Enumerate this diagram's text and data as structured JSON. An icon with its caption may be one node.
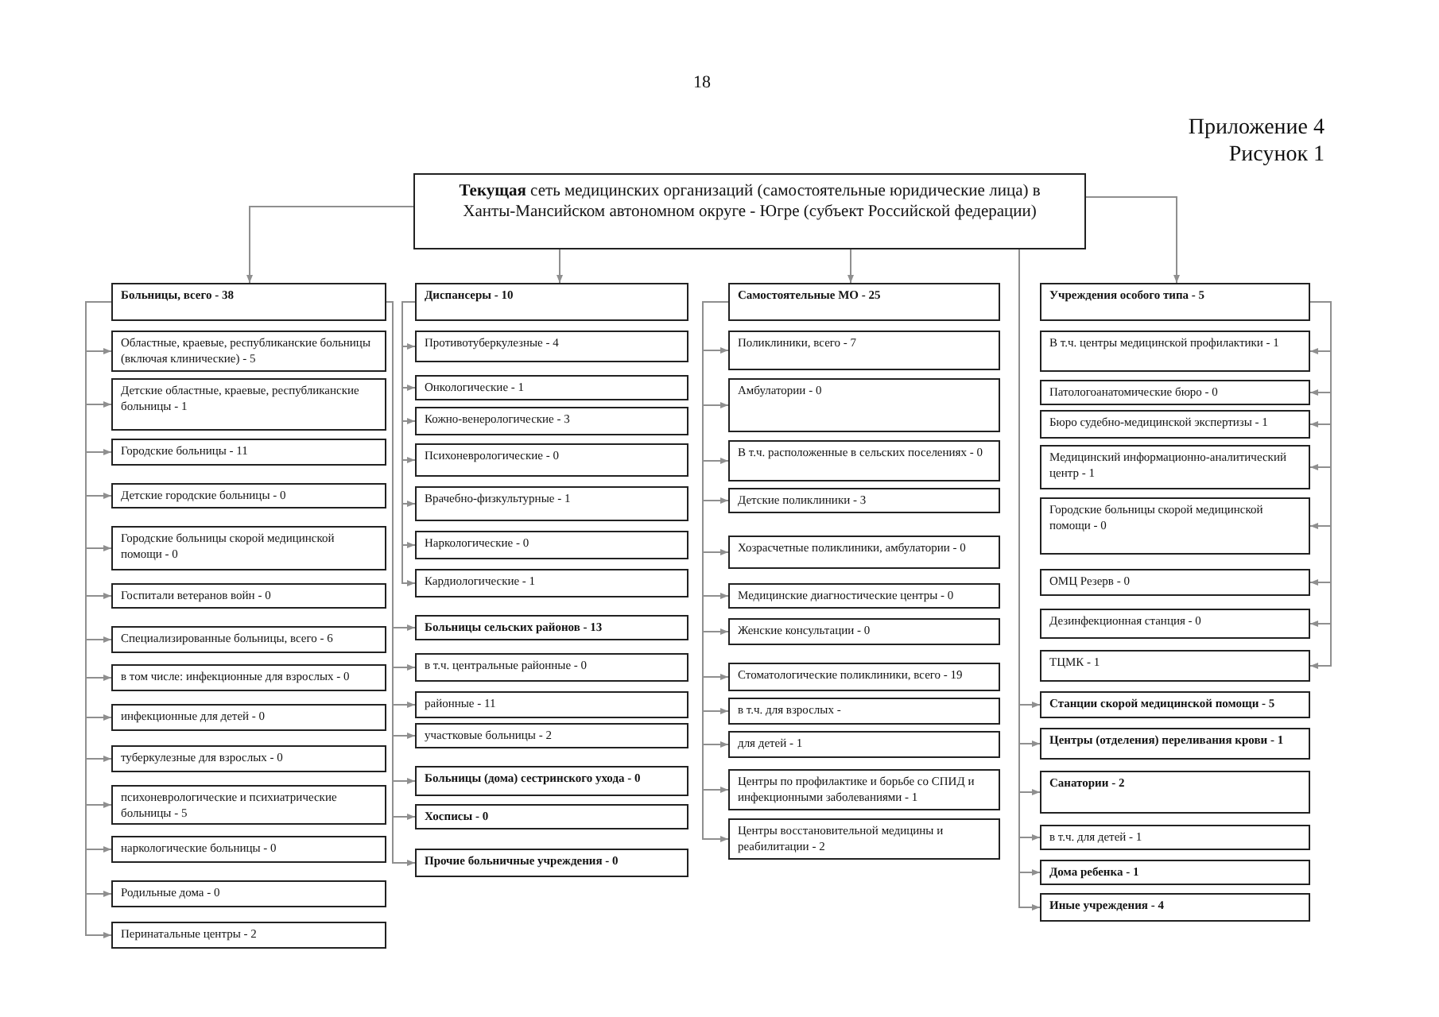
{
  "diagram": {
    "nodes": [
      {
        "text": [
          "**Текущая** сеть медицинских организаций (самостоятельные юридические лица) в Ханты-Мансийском автономном округе - Югре (субъект Российской федерации)"
        ]
      },
      {
        "text": [
          "Больницы, всего - 38"
        ]
      },
      {
        "text": [
          "Областные, краевые, республиканские больницы (включая клинические) - 5"
        ]
      },
      {
        "text": [
          "Детские областные, краевые, республиканские больницы - 1"
        ]
      },
      {
        "text": [
          "Городские больницы - 11"
        ]
      },
      {
        "text": [
          "Детские городские больницы - 0"
        ]
      },
      {
        "text": [
          "Городские больницы скорой медицинской помощи - 0"
        ]
      },
      {
        "text": [
          "Госпитали ветеранов войн - 0"
        ]
      },
      {
        "text": [
          "Специализированные больницы, всего - 6"
        ]
      },
      {
        "text": [
          "в том числе: инфекционные для взрослых - 0"
        ]
      },
      {
        "text": [
          "инфекционные для детей - 0"
        ]
      },
      {
        "text": [
          "туберкулезные для взрослых - 0"
        ]
      },
      {
        "text": [
          "психоневрологические и психиатрические больницы - 5"
        ]
      },
      {
        "text": [
          "наркологические больницы - 0"
        ]
      },
      {
        "text": [
          "Родильные дома - 0"
        ]
      },
      {
        "text": [
          "Перинатальные центры - 2"
        ]
      },
      {
        "text": [
          "Диспансеры - 10"
        ]
      },
      {
        "text": [
          "Противотуберкулезные - 4"
        ]
      },
      {
        "text": [
          "Онкологические - 1"
        ]
      },
      {
        "text": [
          "Кожно-венерологические - 3"
        ]
      },
      {
        "text": [
          "Психоневрологические - 0"
        ]
      },
      {
        "text": [
          "Врачебно-физкультурные - 1"
        ]
      },
      {
        "text": [
          "Наркологические - 0"
        ]
      },
      {
        "text": [
          "Кардиологические - 1"
        ]
      },
      {
        "text": [
          "Больницы сельских районов - 13"
        ]
      },
      {
        "text": [
          "в т.ч. центральные районные - 0"
        ]
      },
      {
        "text": [
          "районные - 11"
        ]
      },
      {
        "text": [
          "участковые больницы - 2"
        ]
      },
      {
        "text": [
          "Больницы (дома) сестринского ухода - 0"
        ]
      },
      {
        "text": [
          "Хосписы - 0"
        ]
      },
      {
        "text": [
          "Прочие больничные учреждения - 0"
        ]
      },
      {
        "text": [
          "Самостоятельные МО - 25"
        ]
      },
      {
        "text": [
          "Поликлиники, всего - 7"
        ]
      },
      {
        "text": [
          "Амбулатории - 0"
        ]
      },
      {
        "text": [
          "В т.ч. расположенные в сельских поселениях - 0"
        ]
      },
      {
        "text": [
          "Детские поликлиники - 3"
        ]
      },
      {
        "text": [
          "Хозрасчетные поликлиники, амбулатории - 0"
        ]
      },
      {
        "text": [
          "Медицинские диагностические центры - 0"
        ]
      },
      {
        "text": [
          "Женские консультации - 0"
        ]
      },
      {
        "text": [
          "Стоматологические поликлиники, всего - 19"
        ]
      },
      {
        "text": [
          "в т.ч. для взрослых -"
        ]
      },
      {
        "text": [
          "для детей - 1"
        ]
      },
      {
        "text": [
          "Центры по профилактике и борьбе со СПИД и инфекционными заболеваниями - 1"
        ]
      },
      {
        "text": [
          "Центры восстановительной медицины и реабилитации - 2"
        ]
      },
      {
        "text": [
          "Учреждения особого типа - 5"
        ]
      },
      {
        "text": [
          "В т.ч. центры медицинской профилактики - 1"
        ]
      },
      {
        "text": [
          "Патологоанатомические бюро - 0"
        ]
      },
      {
        "text": [
          "Бюро судебно-медицинской экспертизы - 1"
        ]
      },
      {
        "text": [
          "Медицинский информационно-аналитический центр - 1"
        ]
      },
      {
        "text": [
          "Городские больницы скорой медицинской помощи - 0"
        ]
      },
      {
        "text": [
          "ОМЦ Резерв - 0"
        ]
      },
      {
        "text": [
          "Дезинфекционная станция - 0"
        ]
      },
      {
        "text": [
          "ТЦМК - 1"
        ]
      },
      {
        "text": [
          "Станции скорой медицинской помощи - 5"
        ]
      },
      {
        "text": [
          "Центры (отделения) переливания крови - 1"
        ]
      },
      {
        "text": [
          "Санатории - 2"
        ]
      },
      {
        "text": [
          "в т.ч. для детей - 1"
        ]
      },
      {
        "text": [
          "Дома ребенка - 1"
        ]
      },
      {
        "text": [
          "Иные учреждения - 4"
        ]
      }
    ],
    "edges": [
      {
        "from": 0,
        "to": 1,
        "arrow": "to"
      },
      {
        "from": 0,
        "to": 16,
        "arrow": "to"
      },
      {
        "from": 0,
        "to": 31,
        "arrow": "to"
      },
      {
        "from": 0,
        "to": 44,
        "arrow": "to"
      },
      {
        "from": 0,
        "to": 53,
        "arrow": "to"
      },
      {
        "from": 0,
        "to": 54,
        "arrow": "to"
      },
      {
        "from": 0,
        "to": 55,
        "arrow": "to"
      },
      {
        "from": 0,
        "to": 56,
        "arrow": "to"
      },
      {
        "from": 0,
        "to": 57,
        "arrow": "to"
      },
      {
        "from": 0,
        "to": 58,
        "arrow": "to"
      },
      {
        "from": 1,
        "to": 2,
        "arrow": "to"
      },
      {
        "from": 1,
        "to": 3,
        "arrow": "to"
      },
      {
        "from": 1,
        "to": 4,
        "arrow": "to"
      },
      {
        "from": 1,
        "to": 5,
        "arrow": "to"
      },
      {
        "from": 1,
        "to": 6,
        "arrow": "to"
      },
      {
        "from": 1,
        "to": 7,
        "arrow": "to"
      },
      {
        "from": 1,
        "to": 8,
        "arrow": "to"
      },
      {
        "from": 1,
        "to": 9,
        "arrow": "to"
      },
      {
        "from": 1,
        "to": 10,
        "arrow": "to"
      },
      {
        "from": 1,
        "to": 11,
        "arrow": "to"
      },
      {
        "from": 1,
        "to": 12,
        "arrow": "to"
      },
      {
        "from": 1,
        "to": 13,
        "arrow": "to"
      },
      {
        "from": 1,
        "to": 14,
        "arrow": "to"
      },
      {
        "from": 1,
        "to": 15,
        "arrow": "to"
      },
      {
        "from": 1,
        "to": 24,
        "arrow": "to"
      },
      {
        "from": 1,
        "to": 25,
        "arrow": "to"
      },
      {
        "from": 1,
        "to": 26,
        "arrow": "to"
      },
      {
        "from": 1,
        "to": 27,
        "arrow": "to"
      },
      {
        "from": 1,
        "to": 28,
        "arrow": "to"
      },
      {
        "from": 1,
        "to": 29,
        "arrow": "to"
      },
      {
        "from": 1,
        "to": 30,
        "arrow": "to"
      },
      {
        "from": 16,
        "to": 17,
        "arrow": "to"
      },
      {
        "from": 16,
        "to": 18,
        "arrow": "to"
      },
      {
        "from": 16,
        "to": 19,
        "arrow": "to"
      },
      {
        "from": 16,
        "to": 20,
        "arrow": "to"
      },
      {
        "from": 16,
        "to": 21,
        "arrow": "to"
      },
      {
        "from": 16,
        "to": 22,
        "arrow": "to"
      },
      {
        "from": 16,
        "to": 23,
        "arrow": "to"
      },
      {
        "from": 31,
        "to": 32,
        "arrow": "to"
      },
      {
        "from": 31,
        "to": 33,
        "arrow": "to"
      },
      {
        "from": 31,
        "to": 34,
        "arrow": "to"
      },
      {
        "from": 31,
        "to": 35,
        "arrow": "to"
      },
      {
        "from": 31,
        "to": 36,
        "arrow": "to"
      },
      {
        "from": 31,
        "to": 37,
        "arrow": "to"
      },
      {
        "from": 31,
        "to": 38,
        "arrow": "to"
      },
      {
        "from": 31,
        "to": 39,
        "arrow": "to"
      },
      {
        "from": 31,
        "to": 40,
        "arrow": "to"
      },
      {
        "from": 31,
        "to": 41,
        "arrow": "to"
      },
      {
        "from": 31,
        "to": 42,
        "arrow": "to"
      },
      {
        "from": 31,
        "to": 43,
        "arrow": "to"
      },
      {
        "from": 44,
        "to": 45,
        "arrow": "to"
      },
      {
        "from": 44,
        "to": 46,
        "arrow": "to"
      },
      {
        "from": 44,
        "to": 47,
        "arrow": "to"
      },
      {
        "from": 44,
        "to": 48,
        "arrow": "to"
      },
      {
        "from": 44,
        "to": 49,
        "arrow": "to"
      },
      {
        "from": 44,
        "to": 50,
        "arrow": "to"
      },
      {
        "from": 44,
        "to": 51,
        "arrow": "to"
      },
      {
        "from": 44,
        "to": 52,
        "arrow": "to"
      }
    ],
    "labels": [
      "18",
      "Приложение 4",
      "Рисунок 1"
    ]
  }
}
